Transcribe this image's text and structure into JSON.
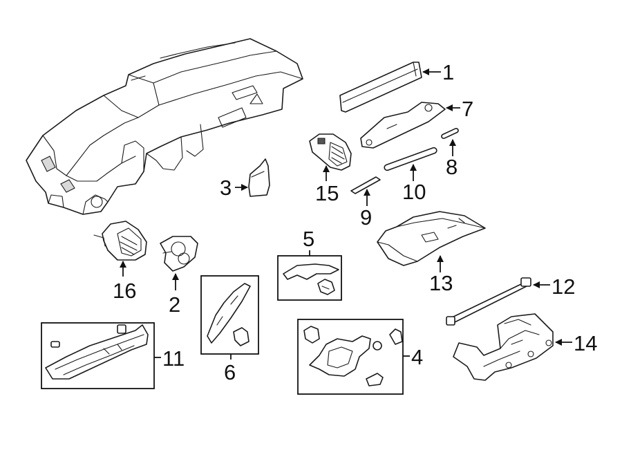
{
  "callouts": {
    "c1": "1",
    "c2": "2",
    "c3": "3",
    "c4": "4",
    "c5": "5",
    "c6": "6",
    "c7": "7",
    "c8": "8",
    "c9": "9",
    "c10": "10",
    "c11": "11",
    "c12": "12",
    "c13": "13",
    "c14": "14",
    "c15": "15",
    "c16": "16"
  },
  "colors": {
    "line": "#1a1a1a",
    "background": "#ffffff"
  }
}
